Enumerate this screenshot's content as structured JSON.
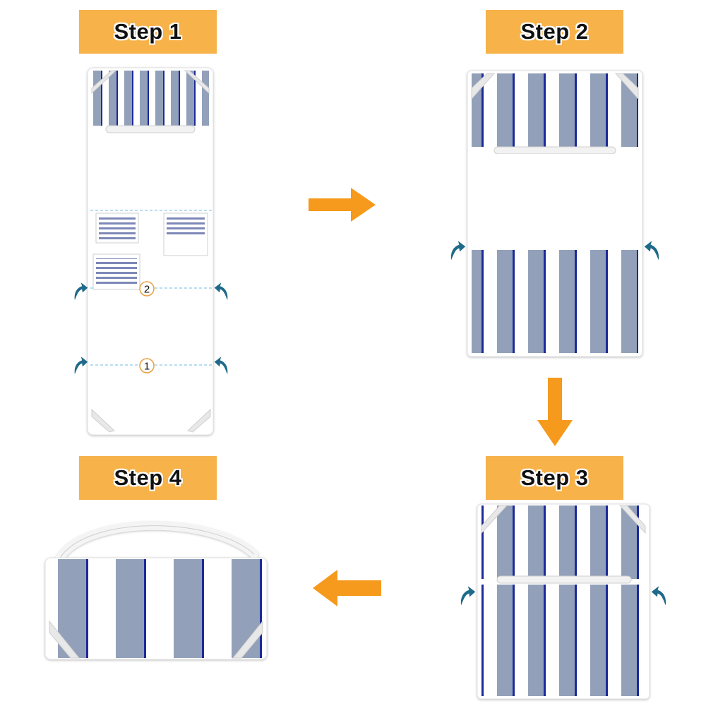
{
  "steps": [
    {
      "label": "Step 1"
    },
    {
      "label": "Step 2"
    },
    {
      "label": "Step 3"
    },
    {
      "label": "Step 4"
    }
  ],
  "fold_markers": {
    "first": "1",
    "second": "2"
  },
  "colors": {
    "label_bg": "#f7b24a",
    "arrow": "#f59a1c",
    "fold_arrow": "#1f6a8a",
    "stripe_light": "#93a0b9",
    "stripe_dark": "#1f2a9a",
    "fold_line": "#9fd3ee"
  },
  "icons": [
    "right-arrow-icon",
    "down-arrow-icon",
    "left-arrow-icon",
    "curved-fold-arrow-icon"
  ]
}
